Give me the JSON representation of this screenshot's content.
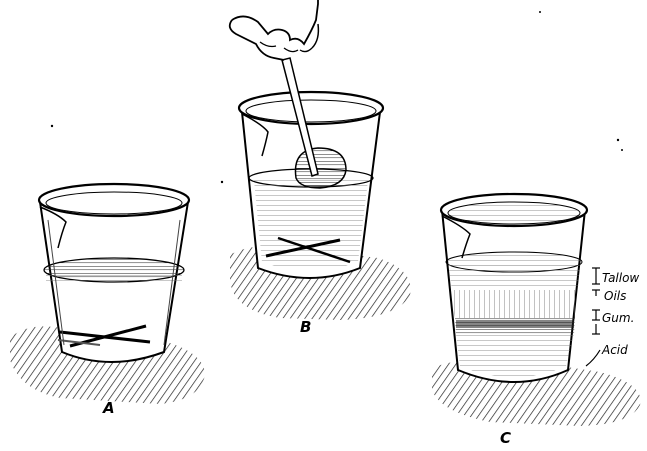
{
  "figure": {
    "panels": [
      {
        "id": "A",
        "label": "A"
      },
      {
        "id": "B",
        "label": "B"
      },
      {
        "id": "C",
        "label": "C"
      }
    ],
    "layers": [
      {
        "label": "Tallow"
      },
      {
        "label": "Oils"
      },
      {
        "label": "Gum."
      },
      {
        "label": "Acid"
      }
    ]
  }
}
